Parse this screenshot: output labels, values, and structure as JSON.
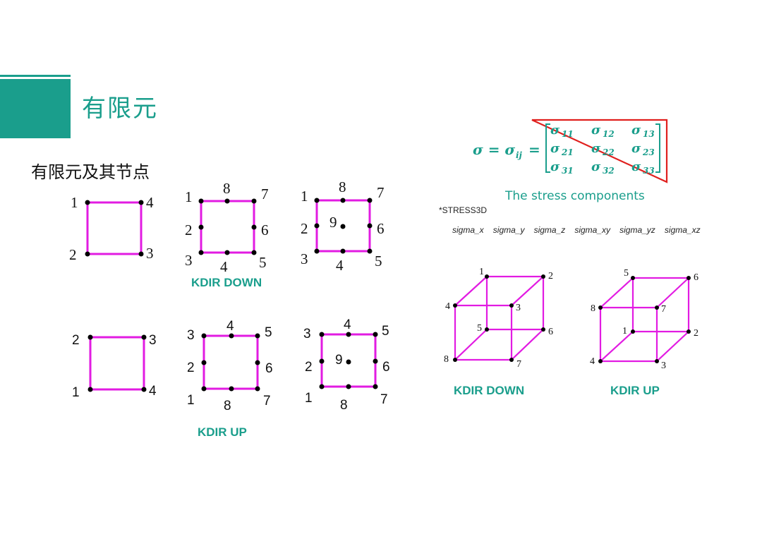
{
  "title": "有限元",
  "subtitle": "有限元及其节点",
  "kdir_down": "KDIR DOWN",
  "kdir_up": "KDIR UP",
  "stress_label": "The stress components",
  "stress3d": "*STRESS3D",
  "sigma_components": [
    "sigma_x",
    "sigma_y",
    "sigma_z",
    "sigma_xy",
    "sigma_yz",
    "sigma_xz"
  ],
  "equation": {
    "lhs": "σ = σ",
    "lhs_sub": "ij",
    "equals": "=",
    "matrix": [
      [
        "σ",
        "11",
        "σ",
        "12",
        "σ",
        "13"
      ],
      [
        "σ",
        "21",
        "σ",
        "22",
        "σ",
        "23"
      ],
      [
        "σ",
        "31",
        "σ",
        "32",
        "σ",
        "33"
      ]
    ]
  },
  "colors": {
    "accent": "#1a9e8c",
    "edge": "#e21be2",
    "triangle": "#e0201e"
  },
  "quads_down": [
    {
      "labels": [
        "1",
        "2",
        "3",
        "4"
      ]
    },
    {
      "labels": [
        "1",
        "2",
        "3",
        "4",
        "5",
        "6",
        "7",
        "8"
      ]
    },
    {
      "labels": [
        "1",
        "2",
        "3",
        "4",
        "5",
        "6",
        "7",
        "8",
        "9"
      ]
    }
  ],
  "quads_up": [
    {
      "labels": [
        "1",
        "2",
        "3",
        "4"
      ]
    },
    {
      "labels": [
        "1",
        "2",
        "3",
        "4",
        "5",
        "6",
        "7",
        "8"
      ]
    },
    {
      "labels": [
        "1",
        "2",
        "3",
        "4",
        "5",
        "6",
        "7",
        "8",
        "9"
      ]
    }
  ],
  "cube_down_labels": [
    "1",
    "2",
    "3",
    "4",
    "5",
    "6",
    "7",
    "8"
  ],
  "cube_up_labels": [
    "1",
    "2",
    "3",
    "4",
    "5",
    "6",
    "7",
    "8"
  ]
}
